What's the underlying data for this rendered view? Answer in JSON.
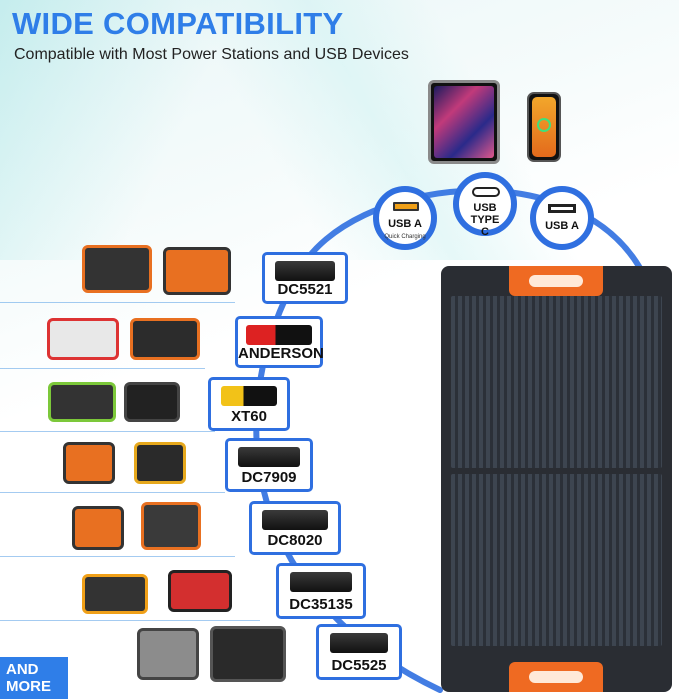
{
  "header": {
    "title": "WIDE COMPATIBILITY",
    "subtitle": "Compatible with Most Power Stations and USB Devices"
  },
  "usb_ports": [
    {
      "label": "USB A",
      "sublabel": "Quick Charging"
    },
    {
      "label": "USB TYPE C",
      "sublabel": ""
    },
    {
      "label": "USB A",
      "sublabel": ""
    }
  ],
  "connectors": [
    {
      "label": "DC5521"
    },
    {
      "label": "ANDERSON"
    },
    {
      "label": "XT60"
    },
    {
      "label": "DC7909"
    },
    {
      "label": "DC8020"
    },
    {
      "label": "DC35135"
    },
    {
      "label": "DC5525"
    }
  ],
  "badge": {
    "line1": "AND",
    "line2": "MORE"
  },
  "colors": {
    "accent_blue": "#2f6fe0",
    "title_blue": "#2f7ee8",
    "panel_dark": "#2a2d33",
    "handle_orange": "#ef6a22"
  },
  "icons": [
    "tablet-icon",
    "smartphone-icon",
    "power-station-icon",
    "solar-panel-icon"
  ]
}
